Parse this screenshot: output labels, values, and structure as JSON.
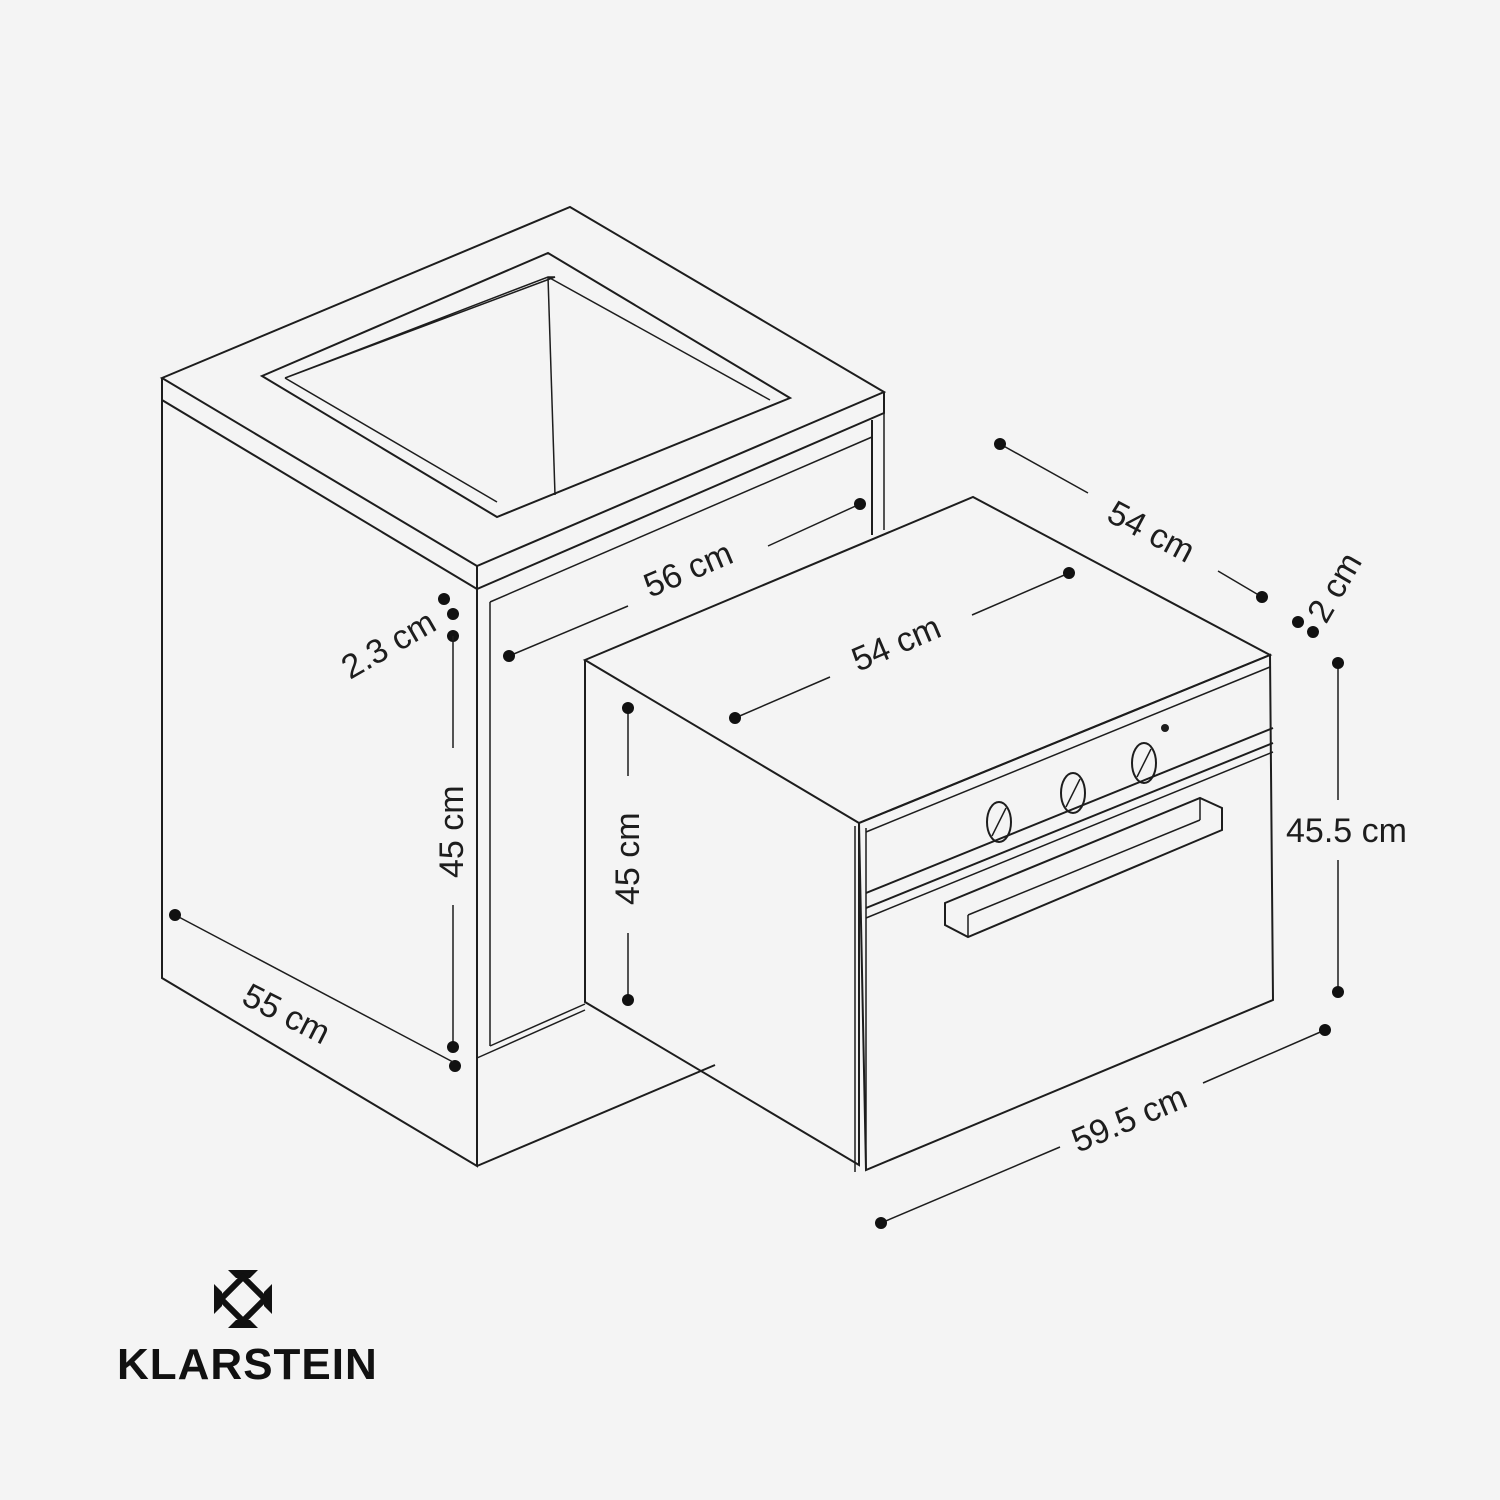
{
  "brand": {
    "name": "KLARSTEIN",
    "logo_icon": "diamond-corner-mark-icon"
  },
  "dimensions": {
    "cabinet_inner_width": "56 cm",
    "cabinet_top_thickness": "2.3 cm",
    "cabinet_inner_height": "45 cm",
    "cabinet_depth": "55 cm",
    "oven_depth": "54 cm",
    "oven_body_width": "54 cm",
    "oven_body_height": "45 cm",
    "oven_front_thickness": "2 cm",
    "oven_front_height": "45.5 cm",
    "oven_front_width": "59.5 cm"
  },
  "colors": {
    "background": "#f4f4f4",
    "line": "#1d1d1d"
  }
}
